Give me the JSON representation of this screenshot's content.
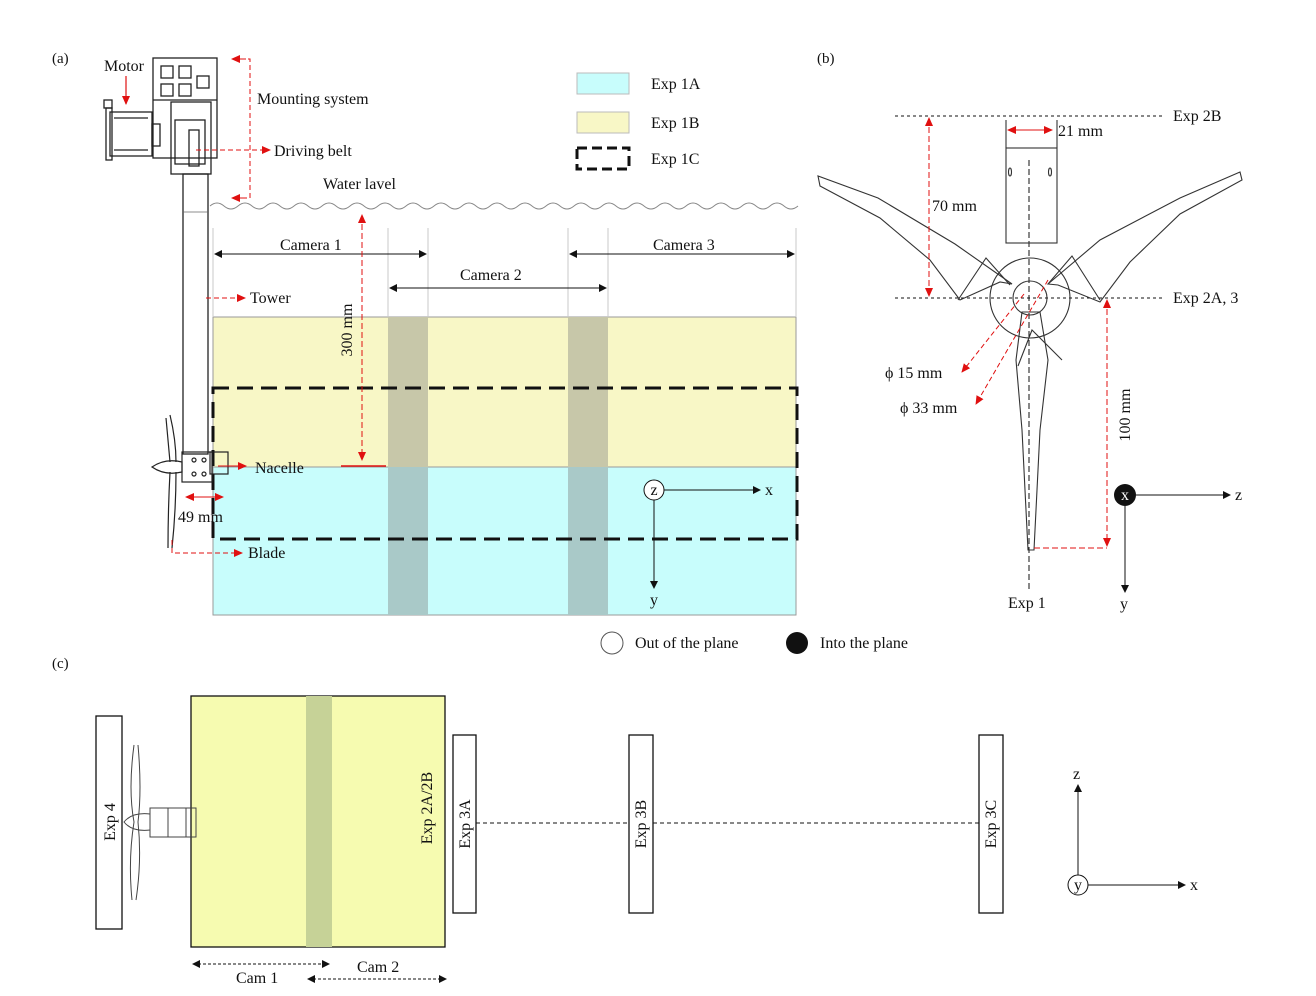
{
  "colors": {
    "exp1a": "#c8fdfc",
    "exp1b": "#f8f7c6",
    "overlap_a": "#a9c9c8",
    "overlap_b": "#c7c7a9",
    "exp2_region": "#f6fbb0",
    "exp2_cam_overlap": "#c6d297",
    "dimension_red": "#e01010"
  },
  "panel_a": {
    "label": "(a)",
    "motor": "Motor",
    "mounting_system": "Mounting system",
    "driving_belt": "Driving belt",
    "water_level": "Water lavel",
    "tower": "Tower",
    "nacelle": "Nacelle",
    "blade": "Blade",
    "depth_dim": "300 mm",
    "nacelle_dim": "49 mm",
    "camera1": "Camera 1",
    "camera2": "Camera 2",
    "camera3": "Camera 3",
    "axis_x": "x",
    "axis_y": "y",
    "axis_z": "z"
  },
  "legend": {
    "exp1a": "Exp 1A",
    "exp1b": "Exp 1B",
    "exp1c": "Exp 1C",
    "out_of_plane": "Out of the plane",
    "into_plane": "Into the plane"
  },
  "panel_b": {
    "label": "(b)",
    "exp2b": "Exp 2B",
    "exp2a3": "Exp 2A, 3",
    "exp1": "Exp 1",
    "dim_21": "21 mm",
    "dim_70": "70 mm",
    "dim_15": "ϕ 15 mm",
    "dim_33": "ϕ 33 mm",
    "dim_100": "100 mm",
    "axis_x": "x",
    "axis_y": "y",
    "axis_z": "z"
  },
  "panel_c": {
    "label": "(c)",
    "exp4": "Exp 4",
    "exp2a2b": "Exp 2A/2B",
    "exp3a": "Exp 3A",
    "exp3b": "Exp 3B",
    "exp3c": "Exp 3C",
    "cam1": "Cam 1",
    "cam2": "Cam 2",
    "axis_x": "x",
    "axis_y": "y",
    "axis_z": "z"
  }
}
